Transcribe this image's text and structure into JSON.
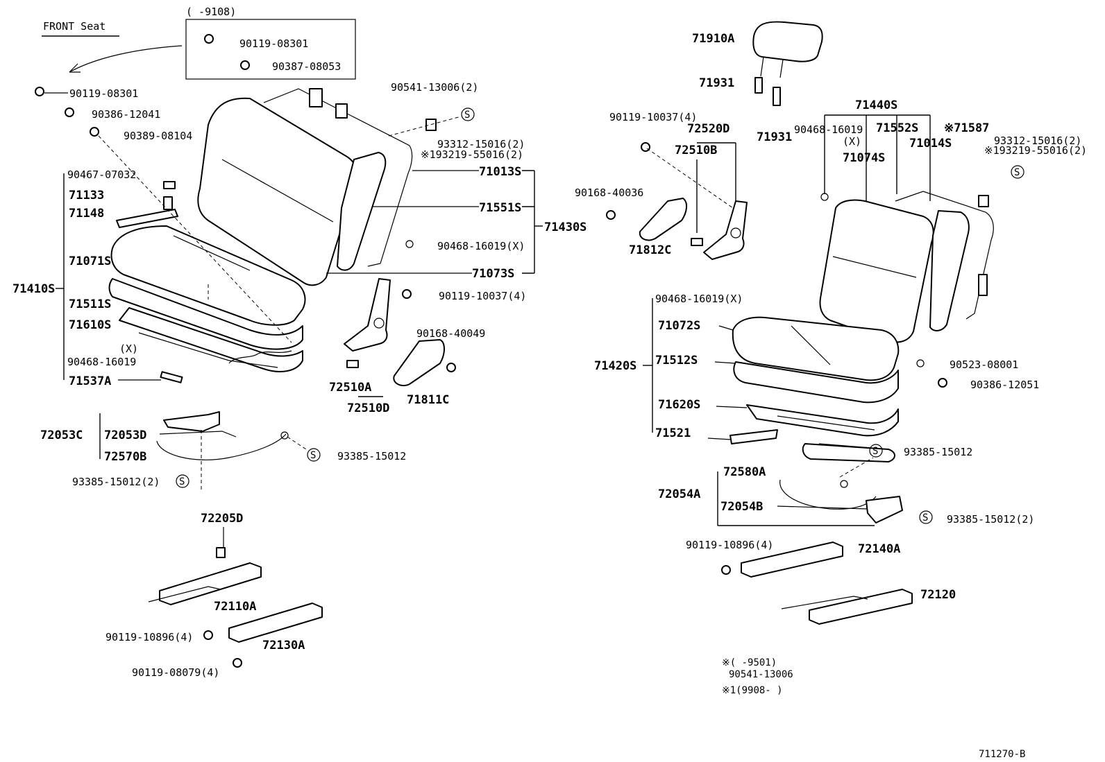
{
  "title": "FRONT Seat",
  "diagram_code": "711270-B",
  "notes": {
    "note1": "※(      -9501)",
    "note1_part": "90541-13006",
    "note2": "※1(9908-       )"
  },
  "left": {
    "box_label": "(      -9108)",
    "box_p1": "90119-08301",
    "box_p2": "90387-08053",
    "p_90119_08301": "90119-08301",
    "p_90386_12041": "90386-12041",
    "p_90389_08104": "90389-08104",
    "p_90467_07032": "90467-07032",
    "p_71133": "71133",
    "p_71148": "71148",
    "p_71071S": "71071S",
    "p_71410S": "71410S",
    "p_71511S": "71511S",
    "p_71610S": "71610S",
    "p_x": "(X)",
    "p_90468_16019": "90468-16019",
    "p_71537A": "71537A",
    "p_90541_13006": "90541-13006(2)",
    "p_93312": "93312-15016(2)",
    "p_193219": "※193219-55016(2)",
    "p_71013S": "71013S",
    "p_71551S": "71551S",
    "p_71430S": "71430S",
    "p_90468_16019x": "90468-16019(X)",
    "p_71073S": "71073S",
    "p_90119_10037": "90119-10037(4)",
    "p_90168_40049": "90168-40049",
    "p_72510A": "72510A",
    "p_72510D": "72510D",
    "p_71811C": "71811C",
    "p_72053C": "72053C",
    "p_72053D": "72053D",
    "p_72570B": "72570B",
    "p_93385_15012": "93385-15012",
    "p_93385_15012_2": "93385-15012(2)",
    "p_72205D": "72205D",
    "p_72110A": "72110A",
    "p_90119_10896": "90119-10896(4)",
    "p_72130A": "72130A",
    "p_90119_08079": "90119-08079(4)"
  },
  "right": {
    "p_71910A": "71910A",
    "p_71931a": "71931",
    "p_71931b": "71931",
    "p_71440S": "71440S",
    "p_90119_10037": "90119-10037(4)",
    "p_72520D": "72520D",
    "p_72510B": "72510B",
    "p_90468_16019": "90468-16019",
    "p_x": "(X)",
    "p_71074S": "71074S",
    "p_71552S": "71552S",
    "p_71587": "※71587",
    "p_71014S": "71014S",
    "p_93312": "93312-15016(2)",
    "p_193219": "※193219-55016(2)",
    "p_90168_40036": "90168-40036",
    "p_71812C": "71812C",
    "p_90468_16019x": "90468-16019(X)",
    "p_71072S": "71072S",
    "p_71420S": "71420S",
    "p_71512S": "71512S",
    "p_71620S": "71620S",
    "p_71521": "71521",
    "p_90523_08001": "90523-08001",
    "p_90386_12051": "90386-12051",
    "p_93385_15012": "93385-15012",
    "p_72580A": "72580A",
    "p_72054A": "72054A",
    "p_72054B": "72054B",
    "p_93385_15012_2": "93385-15012(2)",
    "p_90119_10896": "90119-10896(4)",
    "p_72140A": "72140A",
    "p_72120": "72120"
  }
}
